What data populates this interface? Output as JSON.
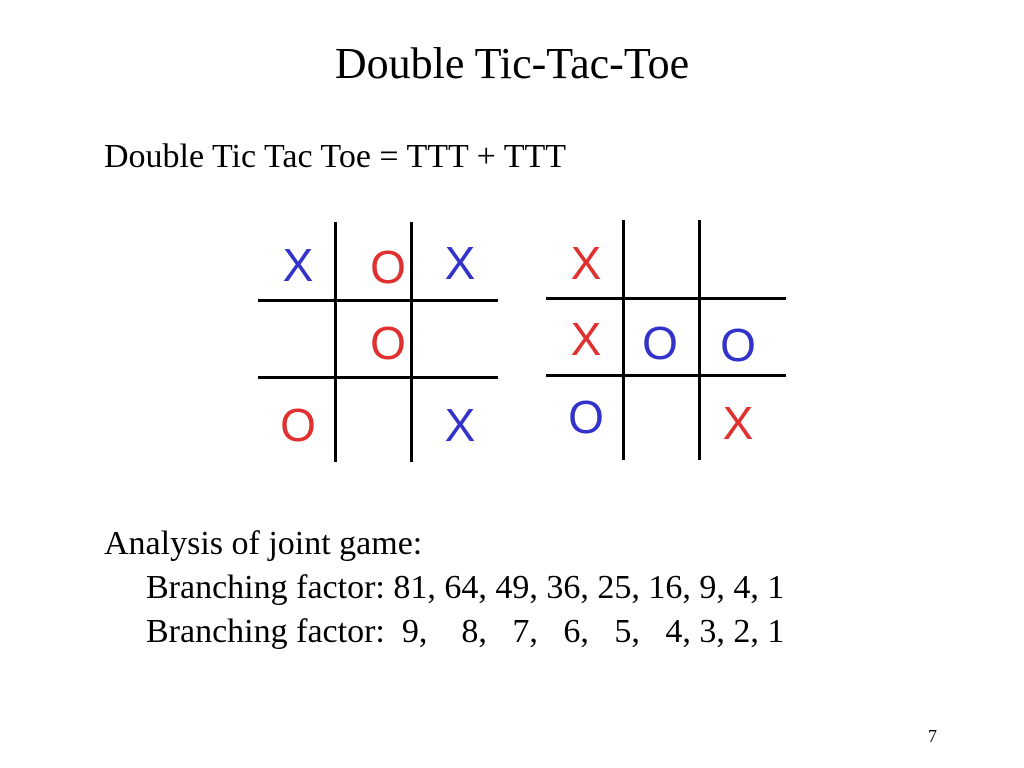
{
  "slide": {
    "title": "Double Tic-Tac-Toe",
    "subtitle": "Double Tic Tac Toe = TTT + TTT",
    "analysis": {
      "heading": "Analysis of joint game:",
      "line1": "Branching factor: 81, 64, 49, 36, 25, 16, 9, 4, 1",
      "line2": "Branching factor:  9,    8,   7,   6,   5,   4, 3, 2, 1"
    },
    "page_number": "7"
  },
  "colors": {
    "x_color": "#3333cc",
    "o_color": "#e03030",
    "grid_color": "#000000"
  },
  "boards": [
    {
      "cells": [
        {
          "mark": "X",
          "color": "blue"
        },
        {
          "mark": "O",
          "color": "red"
        },
        {
          "mark": "X",
          "color": "blue"
        },
        {
          "mark": "",
          "color": ""
        },
        {
          "mark": "O",
          "color": "red"
        },
        {
          "mark": "",
          "color": ""
        },
        {
          "mark": "O",
          "color": "red"
        },
        {
          "mark": "",
          "color": ""
        },
        {
          "mark": "X",
          "color": "blue"
        }
      ]
    },
    {
      "cells": [
        {
          "mark": "X",
          "color": "red"
        },
        {
          "mark": "",
          "color": ""
        },
        {
          "mark": "",
          "color": ""
        },
        {
          "mark": "X",
          "color": "red"
        },
        {
          "mark": "O",
          "color": "blue"
        },
        {
          "mark": "O",
          "color": "blue"
        },
        {
          "mark": "O",
          "color": "blue"
        },
        {
          "mark": "",
          "color": ""
        },
        {
          "mark": "X",
          "color": "red"
        }
      ]
    }
  ]
}
